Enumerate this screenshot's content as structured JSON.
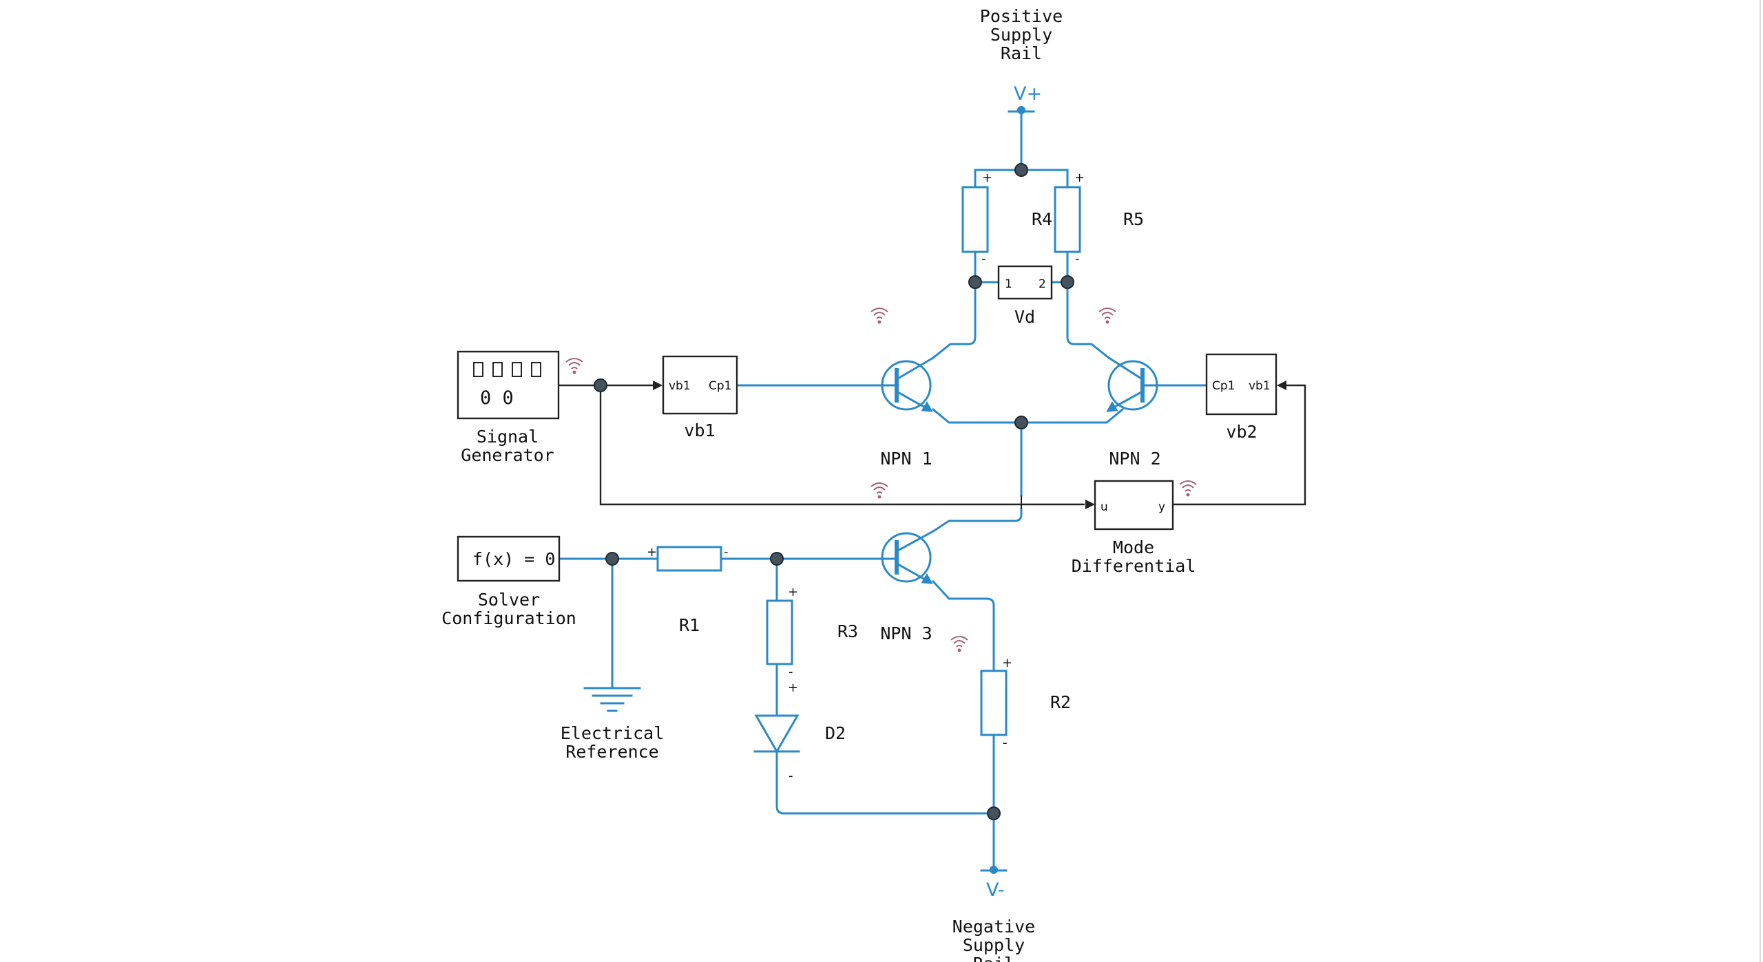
{
  "diagram": {
    "supplies": {
      "positive": {
        "symbol": "V+",
        "caption": [
          "Positive",
          "Supply",
          "Rail"
        ]
      },
      "negative": {
        "symbol": "V-",
        "caption": [
          "Negative",
          "Supply",
          "Rail"
        ]
      }
    },
    "blocks": {
      "signal_generator": {
        "caption": [
          "Signal",
          "Generator"
        ],
        "display_digits": "0 0"
      },
      "vb1": {
        "name": "vb1",
        "port_left": "vb1",
        "port_right": "Cp1"
      },
      "vb2": {
        "name": "vb2",
        "port_left": "Cp1",
        "port_right": "vb1"
      },
      "vd": {
        "name": "Vd",
        "port_left": "1",
        "port_right": "2"
      },
      "mode_differential": {
        "caption": [
          "Mode",
          "Differential"
        ],
        "port_in": "u",
        "port_out": "y"
      },
      "solver": {
        "caption": [
          "Solver",
          "Configuration"
        ],
        "text": "f(x) = 0"
      },
      "electrical_reference": {
        "caption": [
          "Electrical",
          "Reference"
        ]
      }
    },
    "components": {
      "R1": "R1",
      "R2": "R2",
      "R3": "R3",
      "R4": "R4",
      "R5": "R5",
      "D2": "D2",
      "NPN1": "NPN 1",
      "NPN2": "NPN 2",
      "NPN3": "NPN 3"
    },
    "signs": {
      "plus": "+",
      "minus": "-"
    },
    "colors": {
      "conserving_wire": "#2a8ac7",
      "signal_wire": "#222222",
      "junction": "#47535c",
      "wireless_icon": "#a3607a"
    }
  }
}
